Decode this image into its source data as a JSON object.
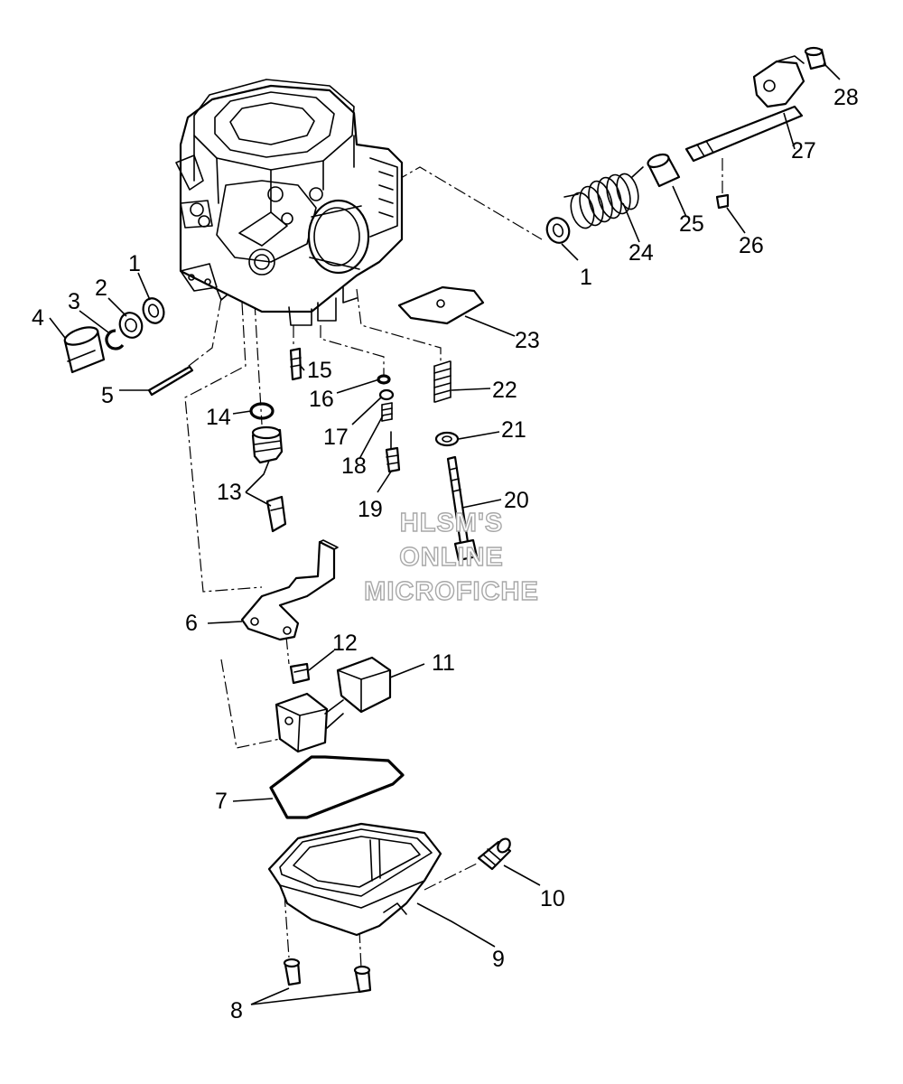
{
  "callouts": [
    {
      "label": "1"
    },
    {
      "label": "2"
    },
    {
      "label": "3"
    },
    {
      "label": "4"
    },
    {
      "label": "5"
    },
    {
      "label": "6"
    },
    {
      "label": "7"
    },
    {
      "label": "8"
    },
    {
      "label": "9"
    },
    {
      "label": "10"
    },
    {
      "label": "11"
    },
    {
      "label": "12"
    },
    {
      "label": "13"
    },
    {
      "label": "14"
    },
    {
      "label": "15"
    },
    {
      "label": "16"
    },
    {
      "label": "17"
    },
    {
      "label": "18"
    },
    {
      "label": "19"
    },
    {
      "label": "20"
    },
    {
      "label": "21"
    },
    {
      "label": "22"
    },
    {
      "label": "23"
    },
    {
      "label": "24"
    },
    {
      "label": "25"
    },
    {
      "label": "26"
    },
    {
      "label": "27"
    },
    {
      "label": "28"
    },
    {
      "label": "1"
    }
  ],
  "watermark": {
    "line1": "HLSM'S",
    "line2": "ONLINE",
    "line3": "MICROFICHE"
  },
  "colors": {
    "line": "#000000",
    "background": "#ffffff",
    "watermark_outline": "#a8a8a8"
  }
}
